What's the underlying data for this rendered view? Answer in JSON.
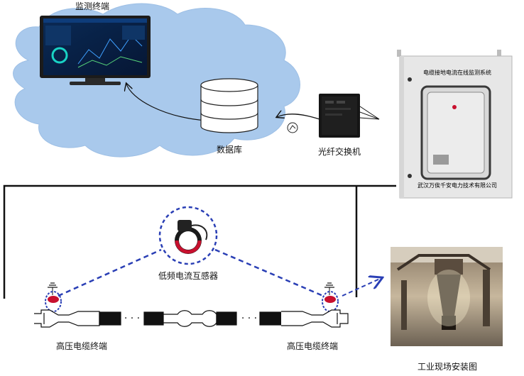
{
  "labels": {
    "monitor_terminal": "监测终端",
    "database": "数据库",
    "fiber_switch": "光纤交换机",
    "lf_ct": "低频电流互感器",
    "hv_left": "高压电缆终端",
    "hv_right": "高压电缆终端",
    "field_photo": "工业现场安装图"
  },
  "cabinet": {
    "title": "电缆接地电流在线监测系统",
    "company": "武汉万俟千安电力技术有限公司"
  },
  "colors": {
    "cloud": "#a9c9ec",
    "dash": "#2a3fb5",
    "sensor": "#c8102e",
    "cabinet": "#e7e7e7"
  }
}
